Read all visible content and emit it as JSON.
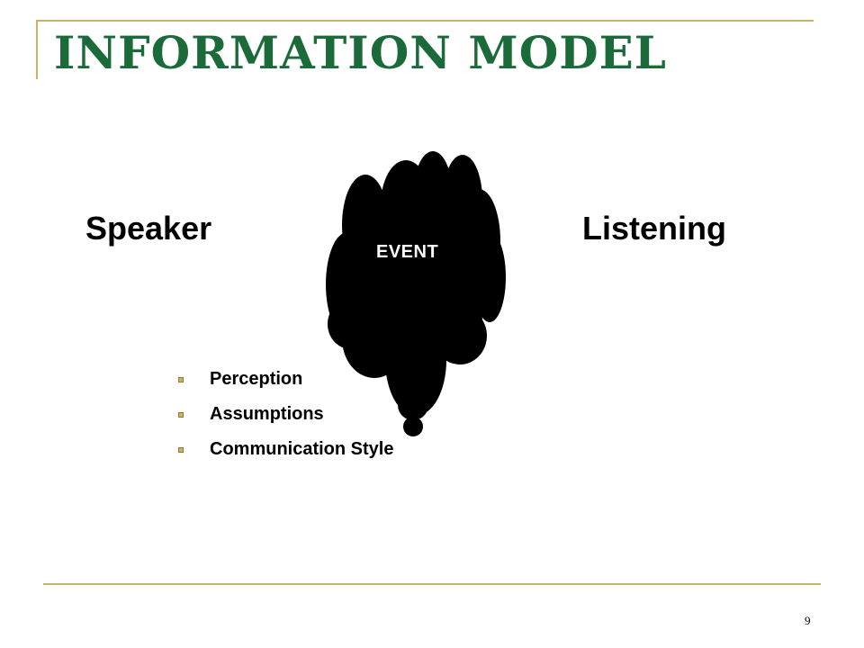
{
  "slide": {
    "title": "INFORMATION MODEL",
    "left_label": "Speaker",
    "right_label": "Listening",
    "cloud_label": "EVENT",
    "bullets": [
      {
        "text": "Perception"
      },
      {
        "text": "Assumptions"
      },
      {
        "text": "Communication Style"
      }
    ],
    "page_number": "9"
  },
  "colors": {
    "title": "#1B6B3A",
    "frame": "#C9B36A",
    "cloud": "#000000",
    "text": "#000000"
  },
  "icons": {
    "bullet": "square-bullet-icon",
    "cloud": "thought-cloud-icon"
  }
}
